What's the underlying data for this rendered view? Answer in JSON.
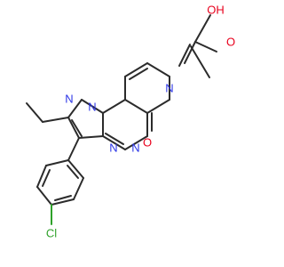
{
  "molecule": {
    "atoms": {
      "oh_label": "OH",
      "o_carbonyl_acid": "O",
      "o_carbonyl_ring": "O",
      "n_ring6": "N",
      "n_pyrazole_1": "N",
      "n_pyrazole_2": "N",
      "n_triazine_1": "N",
      "n_triazine_2": "N",
      "cl_label": "Cl"
    },
    "colors": {
      "bond": "#2b2b2b",
      "nitrogen": "#2c35e6",
      "oxygen": "#e8001c",
      "chlorine": "#2fa12a"
    }
  }
}
